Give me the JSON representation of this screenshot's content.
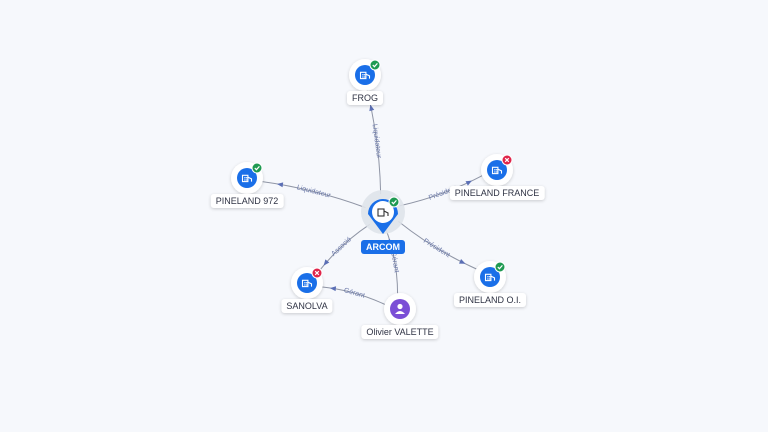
{
  "colors": {
    "primary": "#1a6fe8",
    "ok": "#1f9a52",
    "ko": "#e0254a",
    "person": "#7b4fd6",
    "edge": "#8f95a5",
    "background": "#f6f8fc"
  },
  "center": {
    "label": "ARCOM",
    "icon": "company-icon",
    "status": "active"
  },
  "nodes": [
    {
      "id": "frog",
      "label": "FROG",
      "icon": "company-icon",
      "status": "active"
    },
    {
      "id": "pineland-972",
      "label": "PINELAND 972",
      "icon": "company-icon",
      "status": "active"
    },
    {
      "id": "pineland-france",
      "label": "PINELAND FRANCE",
      "icon": "company-icon",
      "status": "closed"
    },
    {
      "id": "pineland-oi",
      "label": "PINELAND O.I.",
      "icon": "company-icon",
      "status": "active"
    },
    {
      "id": "sanolva",
      "label": "SANOLVA",
      "icon": "company-icon",
      "status": "closed"
    },
    {
      "id": "olivier-valette",
      "label": "Olivier VALETTE",
      "icon": "person-icon",
      "status": "none"
    }
  ],
  "edges": [
    {
      "from": "arcom",
      "to": "frog",
      "label": "Liquidateur"
    },
    {
      "from": "arcom",
      "to": "pineland-972",
      "label": "Liquidateur"
    },
    {
      "from": "arcom",
      "to": "pineland-france",
      "label": "Président"
    },
    {
      "from": "arcom",
      "to": "pineland-oi",
      "label": "Président"
    },
    {
      "from": "arcom",
      "to": "sanolva",
      "label": "Associé"
    },
    {
      "from": "olivier-valette",
      "to": "arcom",
      "label": "Gérant"
    },
    {
      "from": "olivier-valette",
      "to": "sanolva",
      "label": "Gérant"
    }
  ]
}
